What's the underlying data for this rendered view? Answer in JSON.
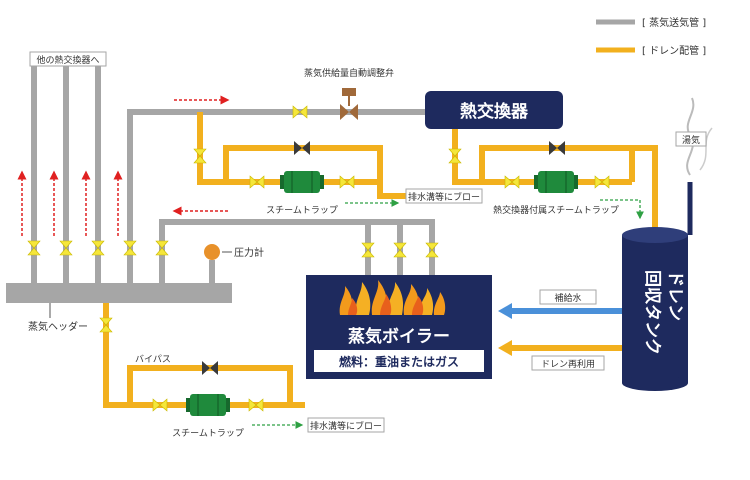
{
  "legend": {
    "steam_pipe": "[ 蒸気送気管 ]",
    "drain_pipe": "[ ドレン配管 ]"
  },
  "labels": {
    "other_exchangers": "他の熱交換器へ",
    "valve": "蒸気供給量自動調整弁",
    "heat_exchanger": "熱交換器",
    "steam_trap_top": "スチームトラップ",
    "exchanger_trap": "熱交換器付属スチームトラップ",
    "blow_top": "排水溝等にブロー",
    "pressure_gauge": "圧力計",
    "header": "蒸気ヘッダー",
    "boiler": "蒸気ボイラー",
    "fuel": "燃料：重油またはガス",
    "bypass": "バイパス",
    "steam_trap_bottom": "スチームトラップ",
    "blow_bottom": "排水溝等にブロー",
    "makeup_water": "補給水",
    "drain_reuse": "ドレン再利用",
    "exhaust_steam": "湯気",
    "tank_line1": "ドレン",
    "tank_line2": "回収タンク"
  },
  "colors": {
    "steam": "#a6a6a6",
    "drain": "#f2b01e",
    "navy": "#1e2a5e",
    "trap": "#1f8a3c",
    "valve": "#f5e63a",
    "arrow_red": "#e02020",
    "arrow_green": "#2ea043",
    "arrow_blue": "#4a90d9"
  }
}
